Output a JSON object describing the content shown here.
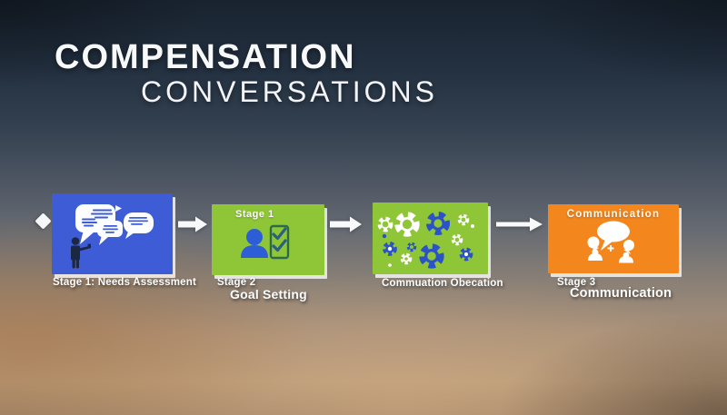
{
  "slide": {
    "title_line1": "COMPENSATION",
    "title_line2": "CONVERSATIONS"
  },
  "colors": {
    "stage1_blue": "#3e5cd5",
    "stage_green": "#8fc637",
    "stage4_orange": "#f3871e",
    "gear_blue": "#2b52c9",
    "person_navy": "#1c2742",
    "checklist_outline_green": "#2c6b4a",
    "checkmark_blue": "#2a5f7e",
    "arrow_white": "#f8f9fa",
    "background_top": "#19232f",
    "background_bottom": "#b49878"
  },
  "flow": {
    "bullet": "diamond",
    "stages": [
      {
        "icon": "speech-bubbles-presenter-icon",
        "box_label": "",
        "caption_top": "Stage 1: Needs Assessment",
        "caption_bottom": ""
      },
      {
        "icon": "person-checklist-icon",
        "box_label": "Stage 1",
        "caption_top": "Stage 2",
        "caption_bottom": "Goal Setting"
      },
      {
        "icon": "gears-icon",
        "box_label": "",
        "caption_top": "Commuation Obecation",
        "caption_bottom": ""
      },
      {
        "icon": "people-conversation-icon",
        "box_label": "Communication",
        "caption_top": "Stage 3",
        "caption_bottom": "Communication"
      }
    ]
  }
}
